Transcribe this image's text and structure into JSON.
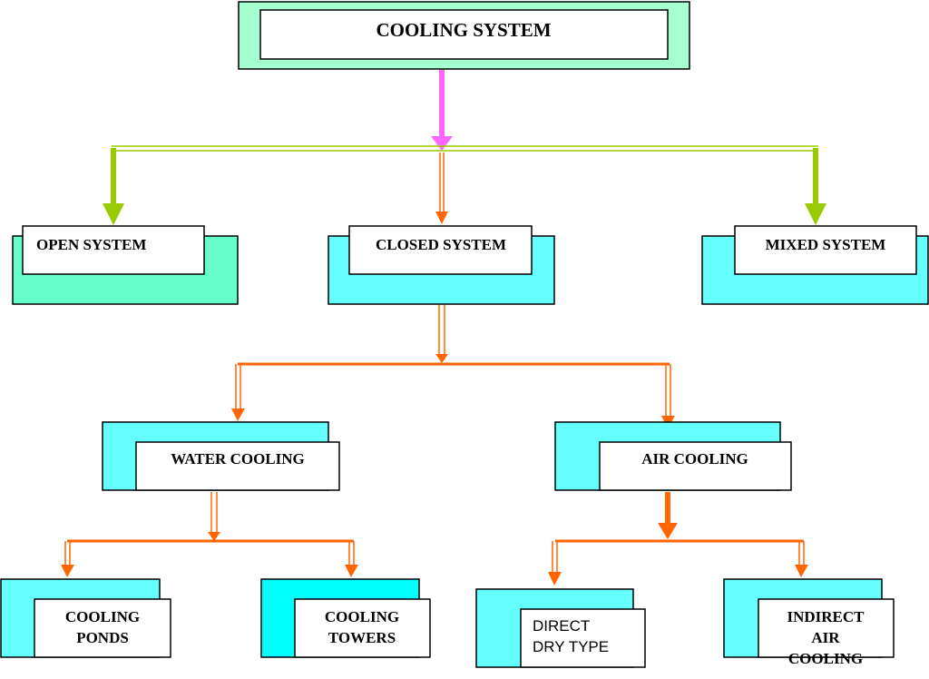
{
  "title": "COOLING SYSTEM",
  "colors": {
    "title_back": "#a6ffd0",
    "open_back": "#66ffcc",
    "cyan_back": "#66ffff",
    "towers_back": "#00ffff",
    "magenta_arrow": "#ff66ff",
    "green_arrow": "#99cc00",
    "orange_arrow": "#ff6600"
  },
  "nodes": {
    "open_system": "OPEN SYSTEM",
    "closed_system": "CLOSED SYSTEM",
    "mixed_system": "MIXED SYSTEM",
    "water_cooling": "WATER COOLING",
    "air_cooling": "AIR COOLING",
    "cooling_ponds": [
      "COOLING",
      "PONDS"
    ],
    "cooling_towers": [
      "COOLING",
      "TOWERS"
    ],
    "direct_dry_type": [
      "DIRECT",
      "DRY TYPE"
    ],
    "indirect_air_cooling": [
      "INDIRECT",
      "AIR",
      "COOLING"
    ]
  }
}
